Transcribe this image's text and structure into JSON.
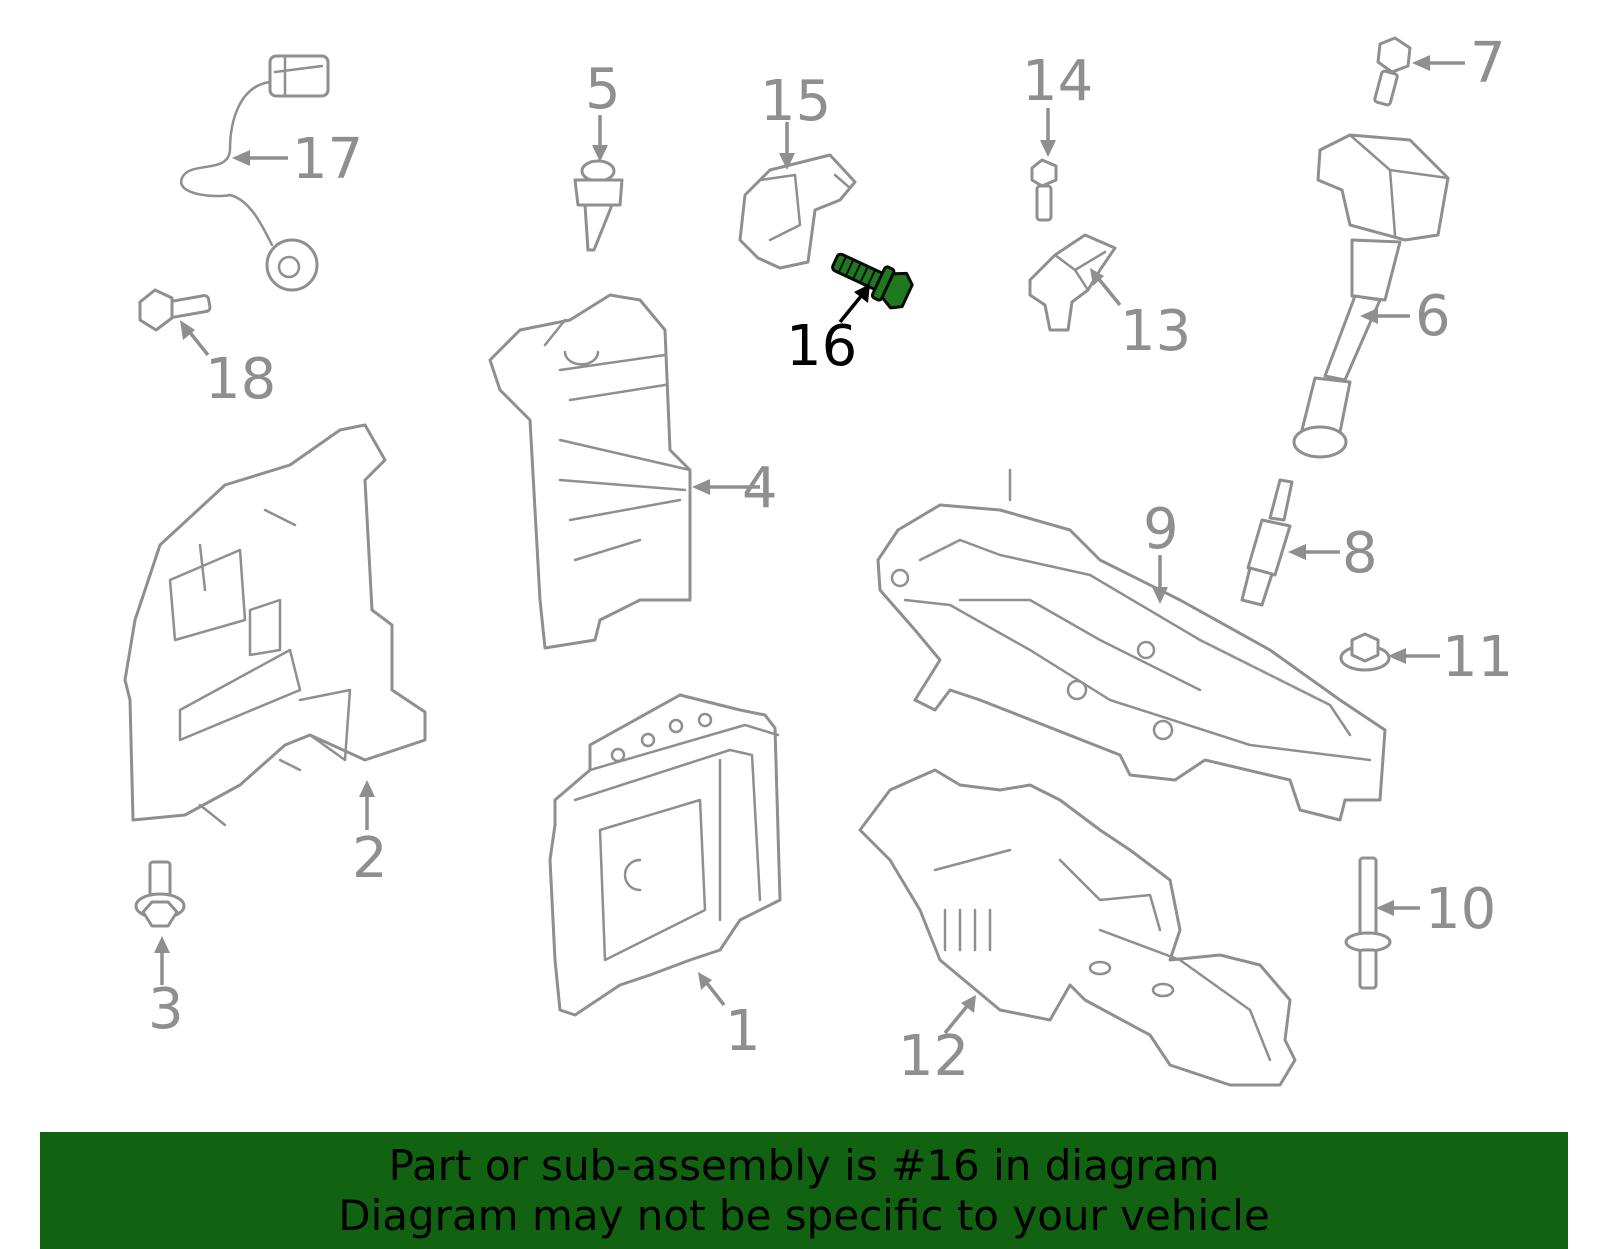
{
  "callouts": {
    "c1": "1",
    "c2": "2",
    "c3": "3",
    "c4": "4",
    "c5": "5",
    "c6": "6",
    "c7": "7",
    "c8": "8",
    "c9": "9",
    "c10": "10",
    "c11": "11",
    "c12": "12",
    "c13": "13",
    "c14": "14",
    "c15": "15",
    "c16": "16",
    "c17": "17",
    "c18": "18"
  },
  "highlighted_part": "16",
  "banner": {
    "line1": "Part or sub-assembly is #16 in diagram",
    "line2": "Diagram may not be specific to your vehicle",
    "background": "#116211"
  },
  "colors": {
    "part_outline": "#8f8f8f",
    "highlight_fill": "#1f7a1f",
    "highlight_label": "#000000"
  }
}
